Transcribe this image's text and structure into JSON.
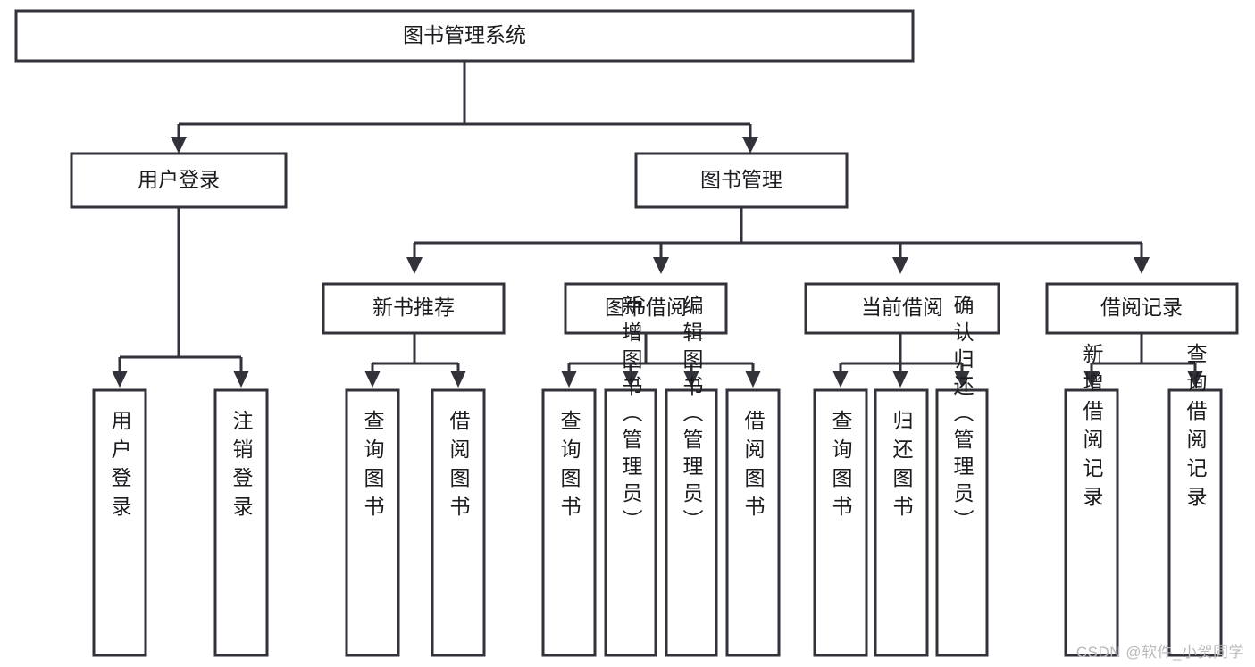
{
  "diagram": {
    "type": "tree-hierarchy-chart",
    "title": "图书管理系统",
    "watermark": "CSDN @软件_小贺同学",
    "colors": {
      "stroke": "#32323a",
      "box_fill": "#ffffff",
      "text": "#1c1c20",
      "background": "#ffffff",
      "watermark": "#b9b9bd"
    },
    "levels": {
      "root": "图书管理系统",
      "level2": [
        "用户登录",
        "图书管理"
      ],
      "level3": [
        "新书推荐",
        "图书借阅",
        "当前借阅",
        "借阅记录"
      ]
    },
    "nodes": {
      "root": {
        "label": "图书管理系统",
        "orientation": "horizontal"
      },
      "user_login": {
        "label": "用户登录",
        "orientation": "horizontal"
      },
      "book_manage": {
        "label": "图书管理",
        "orientation": "horizontal"
      },
      "new_book_rec": {
        "label": "新书推荐",
        "orientation": "horizontal"
      },
      "book_borrow": {
        "label": "图书借阅",
        "orientation": "horizontal"
      },
      "current_borrow": {
        "label": "当前借阅",
        "orientation": "horizontal"
      },
      "borrow_record": {
        "label": "借阅记录",
        "orientation": "horizontal"
      },
      "leaf_user_login": {
        "label": "用户登录",
        "orientation": "vertical"
      },
      "leaf_logout": {
        "label": "注销登录",
        "orientation": "vertical"
      },
      "leaf_query_book_1": {
        "label": "查询图书",
        "orientation": "vertical"
      },
      "leaf_borrow_book_1": {
        "label": "借阅图书",
        "orientation": "vertical"
      },
      "leaf_query_book_2": {
        "label": "查询图书",
        "orientation": "vertical"
      },
      "leaf_add_book": {
        "label": "新增图书（管理员）",
        "orientation": "vertical"
      },
      "leaf_edit_book": {
        "label": "编辑图书（管理员）",
        "orientation": "vertical"
      },
      "leaf_borrow_book_2": {
        "label": "借阅图书",
        "orientation": "vertical"
      },
      "leaf_query_book_3": {
        "label": "查询图书",
        "orientation": "vertical"
      },
      "leaf_return_book": {
        "label": "归还图书",
        "orientation": "vertical"
      },
      "leaf_confirm_return": {
        "label": "确认归还（管理员）",
        "orientation": "vertical"
      },
      "leaf_add_record": {
        "label": "新增借阅记录",
        "orientation": "vertical"
      },
      "leaf_query_record": {
        "label": "查询借阅记录",
        "orientation": "vertical"
      }
    },
    "edges": [
      {
        "from": "图书管理系统",
        "to": "用户登录"
      },
      {
        "from": "图书管理系统",
        "to": "图书管理"
      },
      {
        "from": "用户登录",
        "to": "用户登录"
      },
      {
        "from": "用户登录",
        "to": "注销登录"
      },
      {
        "from": "图书管理",
        "to": "新书推荐"
      },
      {
        "from": "图书管理",
        "to": "图书借阅"
      },
      {
        "from": "图书管理",
        "to": "当前借阅"
      },
      {
        "from": "图书管理",
        "to": "借阅记录"
      },
      {
        "from": "新书推荐",
        "to": "查询图书"
      },
      {
        "from": "新书推荐",
        "to": "借阅图书"
      },
      {
        "from": "图书借阅",
        "to": "查询图书"
      },
      {
        "from": "图书借阅",
        "to": "新增图书（管理员）"
      },
      {
        "from": "图书借阅",
        "to": "编辑图书（管理员）"
      },
      {
        "from": "图书借阅",
        "to": "借阅图书"
      },
      {
        "from": "当前借阅",
        "to": "查询图书"
      },
      {
        "from": "当前借阅",
        "to": "归还图书"
      },
      {
        "from": "当前借阅",
        "to": "确认归还（管理员）"
      },
      {
        "from": "借阅记录",
        "to": "新增借阅记录"
      },
      {
        "from": "借阅记录",
        "to": "查询借阅记录"
      }
    ]
  }
}
